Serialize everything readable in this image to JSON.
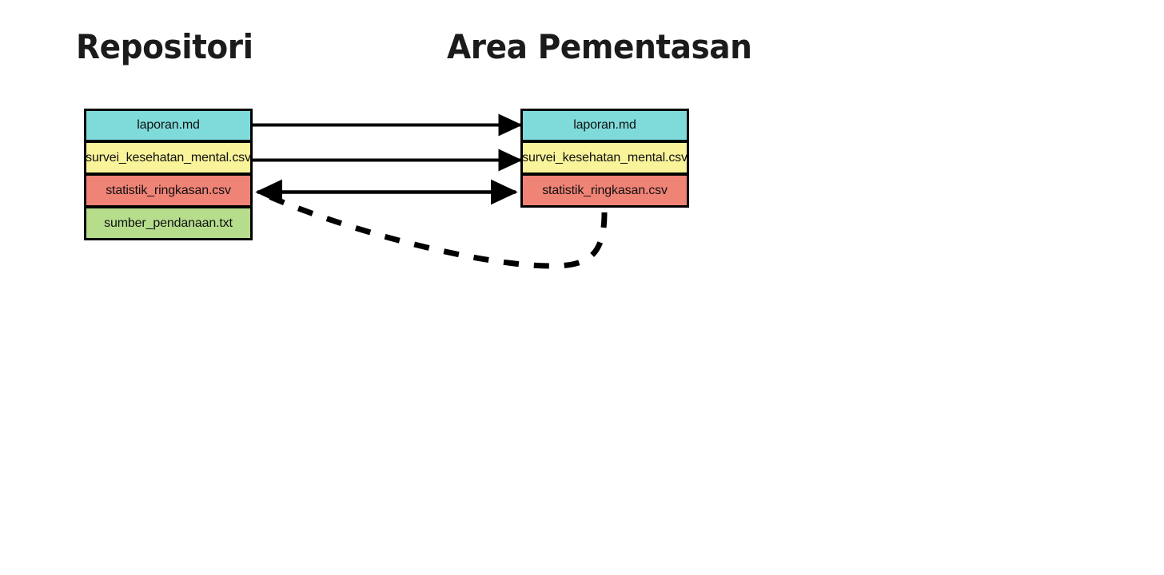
{
  "page": {
    "background_color": "#ffffff",
    "text_color": "#1a1a1a"
  },
  "columns": [
    {
      "id": "repository",
      "title": "Repositori",
      "files": [
        {
          "name": "laporan.md",
          "color": "#7fdbda"
        },
        {
          "name": "survei_kesehatan_mental.csv",
          "color": "#f9f39a"
        },
        {
          "name": "statistik_ringkasan.csv",
          "color": "#ef8376"
        },
        {
          "name": "sumber_pendanaan.txt",
          "color": "#b5dd8c"
        }
      ]
    },
    {
      "id": "staging-area",
      "title": "Area Pementasan",
      "files": [
        {
          "name": "laporan.md",
          "color": "#7fdbda"
        },
        {
          "name": "survei_kesehatan_mental.csv",
          "color": "#f9f39a"
        },
        {
          "name": "statistik_ringkasan.csv",
          "color": "#ef8376"
        }
      ]
    }
  ],
  "connections": [
    {
      "id": "arrow-laporan",
      "from": "repository.laporan.md",
      "to": "staging-area.laporan.md",
      "style": "solid",
      "direction": "right",
      "color": "#000000"
    },
    {
      "id": "arrow-survei",
      "from": "repository.survei_kesehatan_mental.csv",
      "to": "staging-area.survei_kesehatan_mental.csv",
      "style": "solid",
      "direction": "right",
      "color": "#000000"
    },
    {
      "id": "arrow-statistik",
      "from": "repository.statistik_ringkasan.csv",
      "to": "staging-area.statistik_ringkasan.csv",
      "style": "solid",
      "direction": "both",
      "color": "#000000"
    },
    {
      "id": "curve-statistik-back",
      "from": "staging-area.statistik_ringkasan.csv",
      "to": "repository.statistik_ringkasan.csv",
      "style": "dashed",
      "direction": "left",
      "color": "#000000"
    }
  ]
}
